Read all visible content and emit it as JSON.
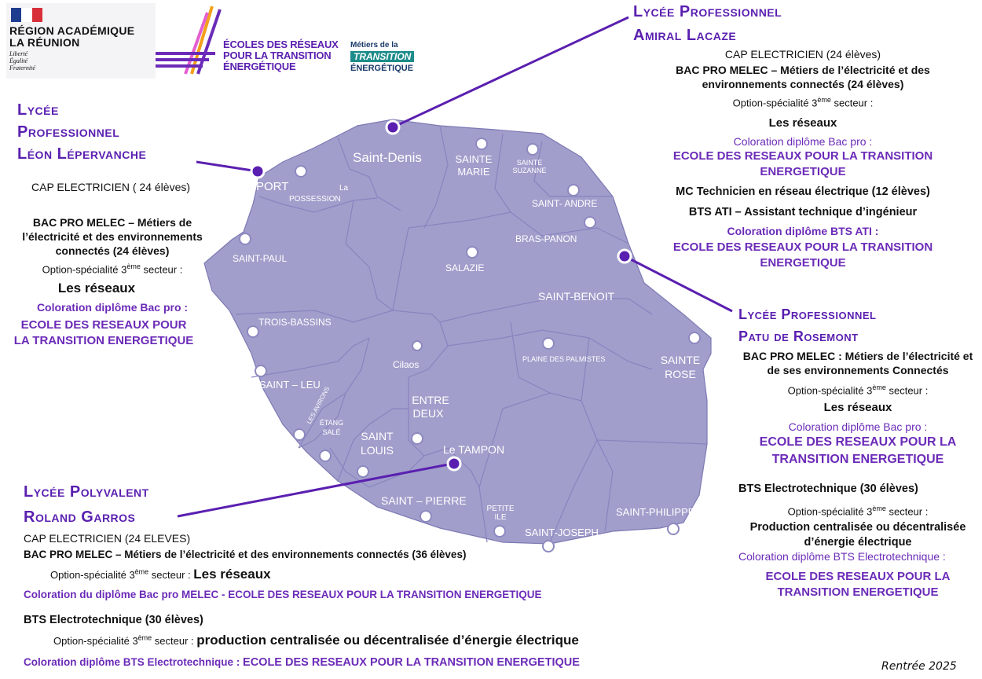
{
  "header": {
    "region_name_line1": "RÉGION ACADÉMIQUE",
    "region_name_line2": "LA RÉUNION",
    "motto": [
      "Liberté",
      "Égalité",
      "Fraternité"
    ],
    "ecoles_logo": [
      "ÉCOLES DES RÉSEAUX",
      "POUR LA TRANSITION",
      "ÉNERGÉTIQUE"
    ],
    "metiers_logo": [
      "Métiers de la",
      "TRANSITION",
      "ÉNERGÉTIQUE"
    ]
  },
  "colors": {
    "title": "#5a1fb0",
    "accent": "#6b2bb8",
    "map_fill": "#a19ecb",
    "connector": "#5a1fb0"
  },
  "map": {
    "cities": {
      "saint_denis": "Saint-Denis",
      "sainte_marie": [
        "SAINTE",
        "MARIE"
      ],
      "sainte_suzanne": [
        "SAINTE",
        "SUZANNE"
      ],
      "port": "PORT",
      "la_possession": [
        "La",
        "POSSESSION"
      ],
      "saint_andre": "SAINT- ANDRE",
      "bras_panon": "BRAS-PANON",
      "saint_paul": "SAINT-PAUL",
      "salazie": "SALAZIE",
      "saint_benoit": "SAINT-BENOIT",
      "trois_bassins": "TROIS-BASSINS",
      "cilaos": "Cilaos",
      "plaine_des_palmistes": "PLAINE DES PALMISTES",
      "sainte_rose": [
        "SAINTE",
        "ROSE"
      ],
      "saint_leu": "SAINT – LEU",
      "les_avirons": "LES AVIRONS",
      "etang_sale": [
        "ÉTANG",
        "SALÉ"
      ],
      "entre_deux": [
        "ENTRE",
        "DEUX"
      ],
      "saint_louis": [
        "SAINT",
        "LOUIS"
      ],
      "le_tampon": "Le TAMPON",
      "saint_pierre": "SAINT – PIERRE",
      "petite_ile": [
        "PETITE",
        "ILE"
      ],
      "saint_joseph": "SAINT-JOSEPH",
      "saint_philippe": "SAINT-PHILIPPE"
    }
  },
  "lycees": {
    "amiral": {
      "title": [
        "Lycée Professionnel",
        "Amiral Lacaze"
      ],
      "cap": "CAP ELECTRICIEN (24 élèves)",
      "bac": [
        "BAC PRO MELEC – Métiers de l’électricité et des",
        "environnements connectés (24 élèves)"
      ],
      "option_pre": "Option-spécialité 3",
      "option_sup": "ème",
      "option_post": " secteur :",
      "reseaux": "Les réseaux",
      "coloration": "Coloration diplôme Bac pro :",
      "ecole": [
        "ECOLE DES RESEAUX POUR LA TRANSITION",
        "ENERGETIQUE"
      ],
      "mc": "MC Technicien en réseau électrique (12 élèves)",
      "bts": "BTS ATI – Assistant technique d’ingénieur",
      "coloration_bts": "Coloration diplôme BTS ATI :",
      "ecole_bts": [
        "ECOLE DES RESEAUX POUR LA TRANSITION",
        "ENERGETIQUE"
      ]
    },
    "leon": {
      "title": [
        "Lycée",
        "Professionnel",
        "Léon Lépervanche"
      ],
      "cap": "CAP ELECTRICIEN ( 24 élèves)",
      "bac": [
        "BAC PRO MELEC – Métiers de",
        "l’électricité et des environnements",
        "connectés (24 élèves)"
      ],
      "option_pre": "Option-spécialité 3",
      "option_sup": "ème",
      "option_post": " secteur :",
      "reseaux": "Les réseaux",
      "coloration": "Coloration diplôme Bac pro :",
      "ecole": [
        "ECOLE DES RESEAUX POUR",
        "LA TRANSITION ENERGETIQUE"
      ]
    },
    "patu": {
      "title": [
        "Lycée Professionnel",
        "Patu de Rosemont"
      ],
      "bac": [
        "BAC PRO MELEC : Métiers de l’électricité et",
        "de ses environnements Connectés"
      ],
      "option_pre": "Option-spécialité 3",
      "option_sup": "ème",
      "option_post": " secteur :",
      "reseaux": "Les réseaux",
      "coloration": "Coloration diplôme Bac pro :",
      "ecole": [
        "ECOLE DES RESEAUX POUR LA",
        "TRANSITION ENERGETIQUE"
      ],
      "bts": "BTS Electrotechnique (30 élèves)",
      "bts_option_pre": "Option-spécialité 3",
      "bts_option_sup": "ème",
      "bts_option_post": " secteur :",
      "bts_prod": [
        "Production centralisée ou décentralisée",
        "d’énergie électrique"
      ],
      "coloration_bts": "Coloration diplôme BTS Electrotechnique  :",
      "ecole_bts": [
        "ECOLE DES RESEAUX POUR LA",
        "TRANSITION ENERGETIQUE"
      ]
    },
    "roland": {
      "title": [
        "Lycée Polyvalent",
        "Roland Garros"
      ],
      "cap": "CAP ELECTRICIEN (24 ELEVES)",
      "bac": "BAC PRO MELEC – Métiers de l’électricité et des environnements connectés (36 élèves)",
      "option_pre": "Option-spécialité 3",
      "option_sup": "ème",
      "option_post": " secteur : ",
      "reseaux": "Les réseaux",
      "coloration_bac": "Coloration du diplôme Bac pro MELEC - ECOLE DES RESEAUX POUR LA TRANSITION ENERGETIQUE",
      "bts": "BTS Electrotechnique (30 élèves)",
      "bts_option_pre": "Option-spécialité 3",
      "bts_option_sup": "ème",
      "bts_option_post": " secteur : ",
      "bts_prod": "production centralisée ou décentralisée d’énergie électrique",
      "coloration_bts_label": "Coloration diplôme BTS Electrotechnique  : ",
      "coloration_bts_value": "ECOLE DES RESEAUX POUR LA TRANSITION ENERGETIQUE"
    }
  },
  "footer": {
    "rentree": "Rentrée 2025"
  }
}
